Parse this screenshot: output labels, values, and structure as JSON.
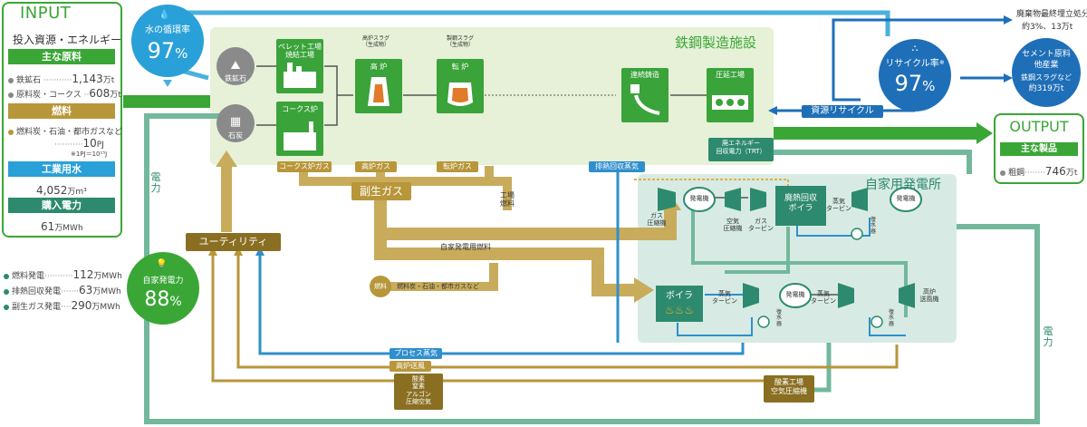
{
  "input": {
    "title": "INPUT",
    "subtitle": "投入資源・エネルギー",
    "raw_materials": {
      "header": "主な原料",
      "iron_ore_label": "鉄鉱石",
      "iron_ore_value": "1,143",
      "iron_ore_unit": "万t",
      "aux_label": "原料炭・コークス",
      "aux_value": "608",
      "aux_unit": "万t"
    },
    "fuel": {
      "header": "燃料",
      "desc": "燃料炭・石油・都市ガスなど",
      "value": "10",
      "unit": "PJ",
      "note": "※1PJ＝10¹⁵J"
    },
    "industrial_water": {
      "header": "工業用水",
      "value": "4,052",
      "unit": "万m³"
    },
    "purchased_power": {
      "header": "購入電力",
      "value": "61",
      "unit": "万MWh"
    }
  },
  "self_power_breakdown": [
    {
      "label": "燃料発電",
      "value": "112",
      "unit": "万MWh"
    },
    {
      "label": "排熱回収発電",
      "value": "63",
      "unit": "万MWh"
    },
    {
      "label": "副生ガス発電",
      "value": "290",
      "unit": "万MWh"
    }
  ],
  "water_circle": {
    "label": "水の循環率",
    "value": "97",
    "unit": "%"
  },
  "self_power_circle": {
    "label": "自家発電力",
    "value": "88",
    "unit": "%"
  },
  "recycle_circle": {
    "label": "リサイクル率",
    "mark": "※",
    "value": "97",
    "unit": "%"
  },
  "output": {
    "title": "OUTPUT",
    "header": "主な製品",
    "product_label": "粗鋼",
    "product_value": "746",
    "product_unit": "万t"
  },
  "landfill": {
    "line1": "廃棄物最終埋立処分",
    "line2": "約3%、13万t"
  },
  "cement": {
    "line1": "セメント原料",
    "line2": "他産業",
    "line3": "鉄鋼スラグなど",
    "line4": "約319万t"
  },
  "steel_facility": {
    "title": "鉄鋼製造施設",
    "iron_ore": "鉄鉱石",
    "coal": "石炭",
    "pellet": "ペレット工場\n焼結工場",
    "coke": "コークス炉",
    "bf_slag": "高炉スラグ\n（生成物）",
    "blast_furnace": "高 炉",
    "sm_slag": "製鋼スラグ\n（生成物）",
    "converter": "転 炉",
    "caster": "連続鋳造",
    "rolling": "圧延工場",
    "resource_recycle": "資源リサイクル",
    "waste_energy": "廃エネルギー\n回収電力（TRT）"
  },
  "gases": {
    "coke_gas": "コークス炉ガス",
    "bf_gas": "高炉ガス",
    "converter_gas": "転炉ガス",
    "exhaust_steam": "排熱回収蒸気",
    "byproduct_gas": "副生ガス",
    "plant_fuel": "工場\n燃料",
    "self_gen_fuel": "自家発電用燃料",
    "fuel": "燃料",
    "fuel_desc": "燃料炭・石油・都市ガスなど"
  },
  "utility": "ユーティリティ",
  "power_plant": {
    "title": "自家用発電所",
    "generator": "発電機",
    "gas_compressor": "ガス\n圧縮機",
    "air_compressor": "空気\n圧縮機",
    "gas_turbine": "ガス\nタービン",
    "waste_heat_boiler": "廃熱回収\nボイラ",
    "steam_turbine": "蒸気\nタービン",
    "condenser": "復\n水\n器",
    "boiler": "ボイラ",
    "bf_blower": "高炉\n送風機"
  },
  "bottom": {
    "process_steam": "プロセス蒸気",
    "bf_air": "高炉送風",
    "gases": "酸素\n窒素\nアルゴン\n圧縮空気",
    "oxygen_plant": "酸素工場\n空気圧縮機",
    "electric_left": "電\n力",
    "electric_right": "電\n力"
  }
}
